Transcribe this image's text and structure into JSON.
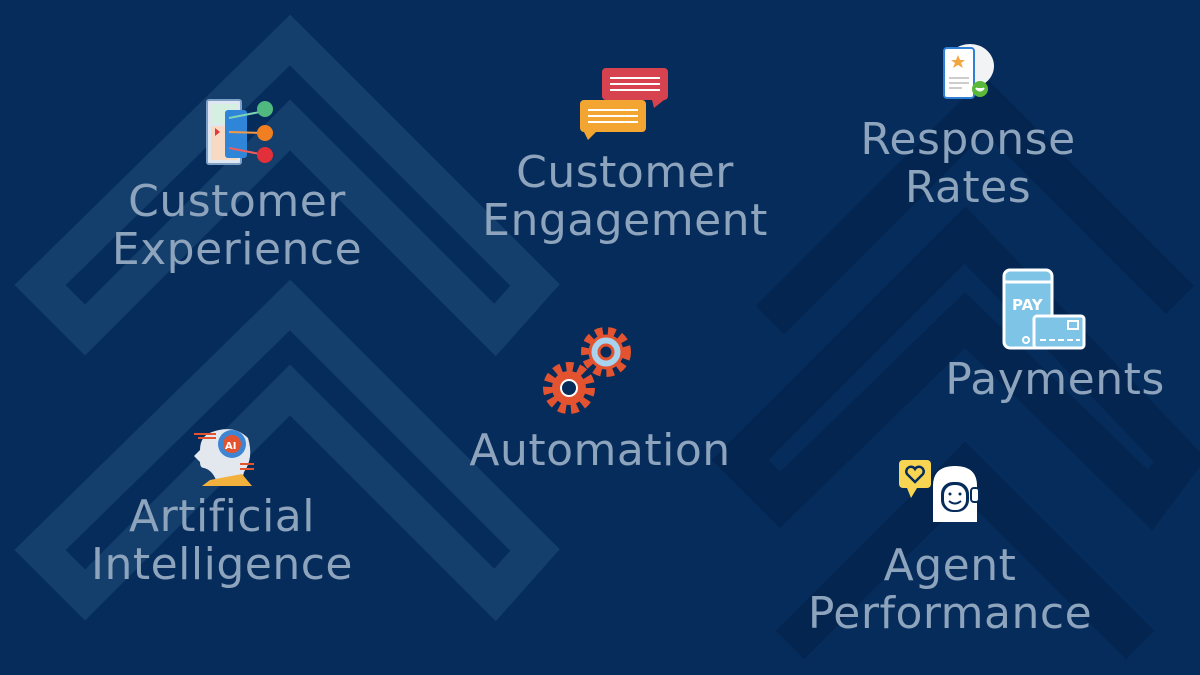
{
  "features": [
    {
      "id": "customer-experience",
      "lines": [
        "Customer",
        "Experience"
      ],
      "icon": "customer-journey-icon"
    },
    {
      "id": "customer-engagement",
      "lines": [
        "Customer",
        "Engagement"
      ],
      "icon": "chat-bubbles-icon"
    },
    {
      "id": "response-rates",
      "lines": [
        "Response",
        "Rates"
      ],
      "icon": "phone-rating-icon"
    },
    {
      "id": "payments",
      "lines": [
        "Payments"
      ],
      "icon": "mobile-payment-icon",
      "icon_text": "PAY"
    },
    {
      "id": "automation",
      "lines": [
        "Automation"
      ],
      "icon": "gears-icon"
    },
    {
      "id": "artificial-intelligence",
      "lines": [
        "Artificial",
        "Intelligence"
      ],
      "icon": "ai-head-icon",
      "icon_text": "AI"
    },
    {
      "id": "agent-performance",
      "lines": [
        "Agent",
        "Performance"
      ],
      "icon": "agent-headset-icon"
    }
  ],
  "colors": {
    "background": "#052c5b",
    "label": "#8ea4bd",
    "chevron_light": "#143f6d",
    "chevron_dark": "#03254f"
  }
}
